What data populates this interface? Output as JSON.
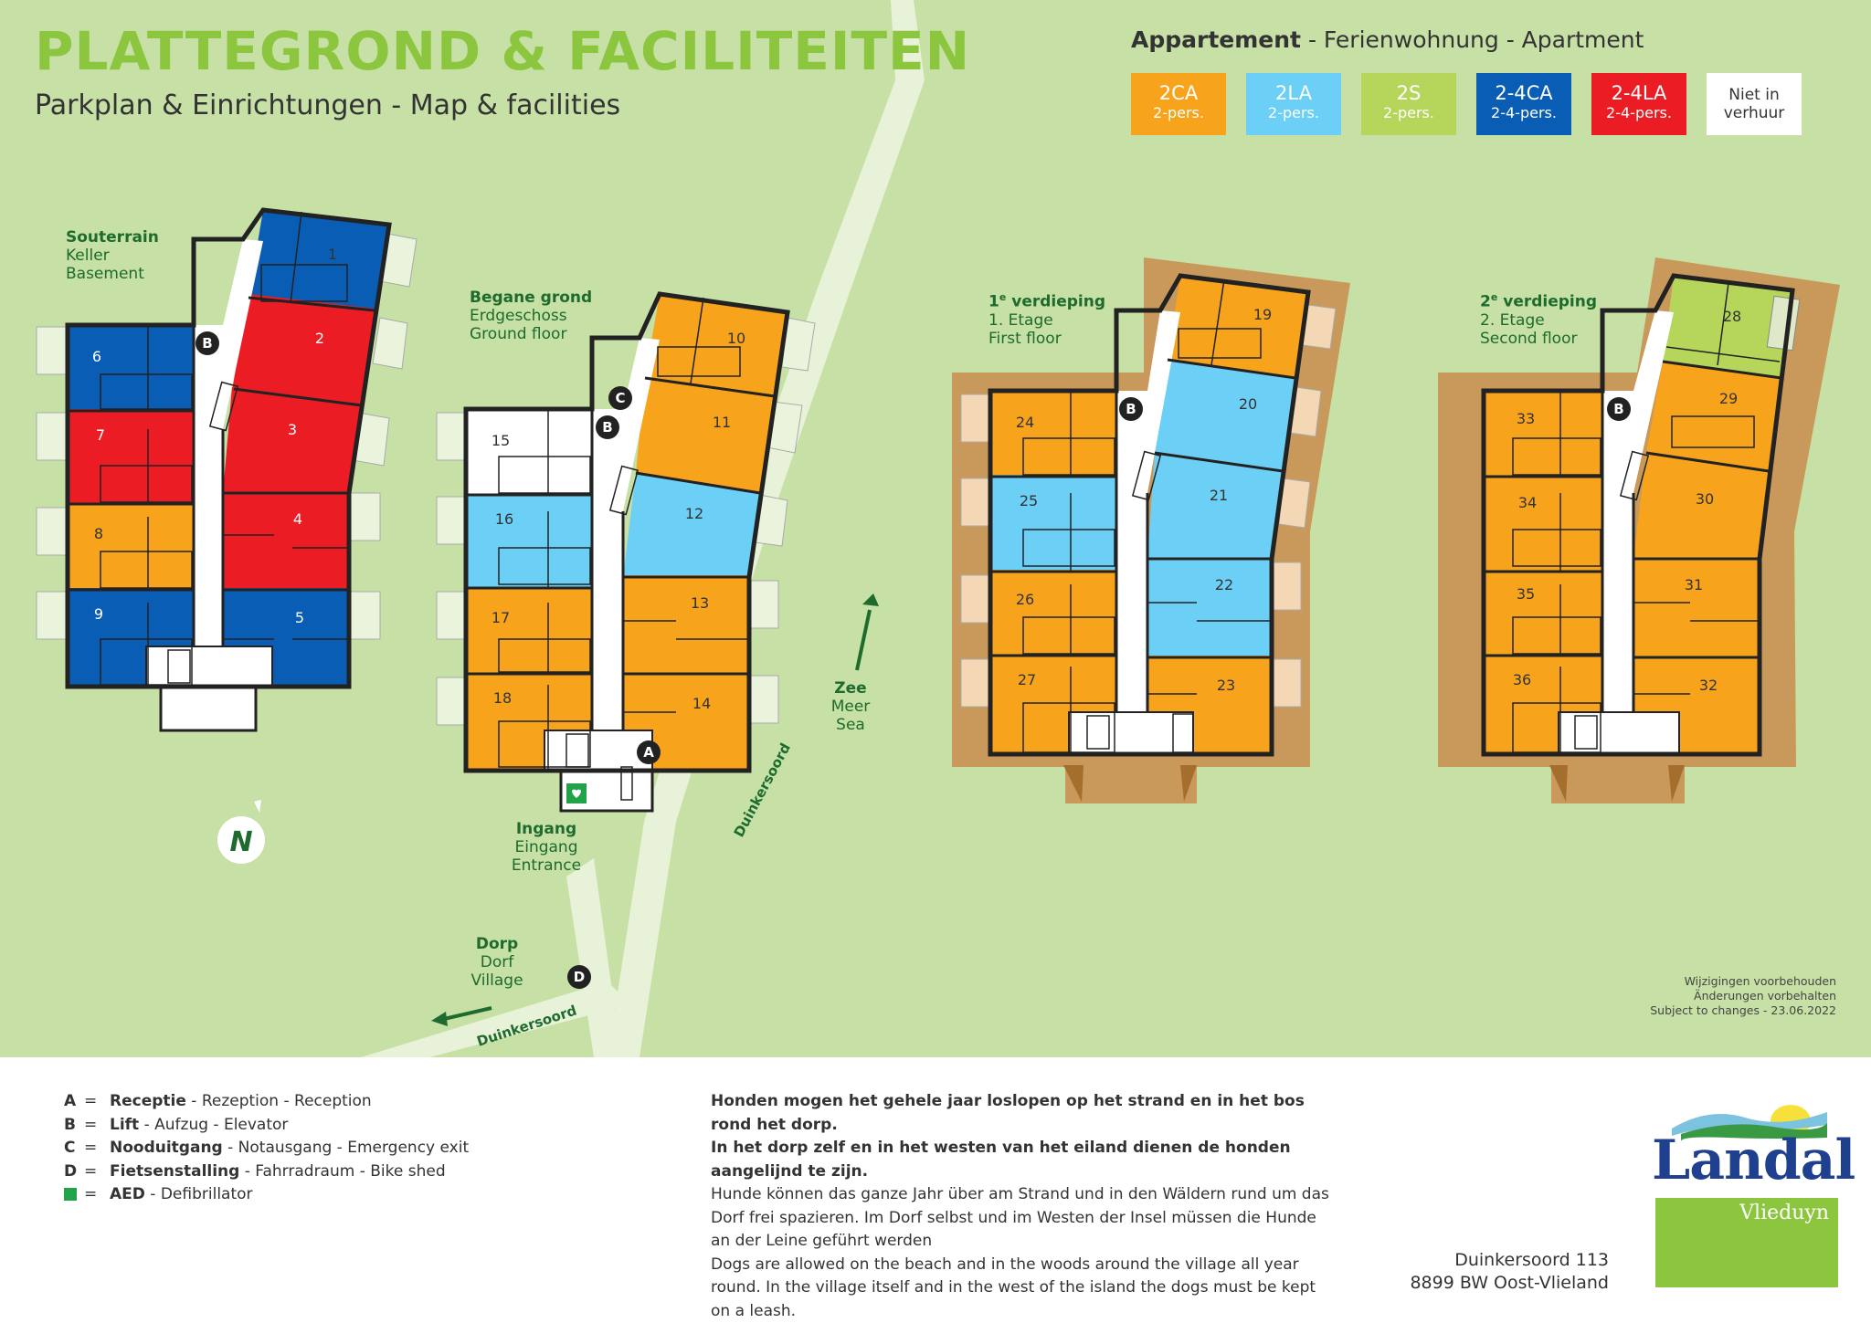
{
  "title": "PLATTEGROND & FACILITEITEN",
  "subtitle": "Parkplan & Einrichtungen - Map & facilities",
  "legend": {
    "heading_bold": "Appartement",
    "heading_rest": " - Ferienwohnung - Apartment",
    "items": [
      {
        "code": "2CA",
        "pers": "2-pers.",
        "color": "#f7a31c",
        "text_color": "#ffffff"
      },
      {
        "code": "2LA",
        "pers": "2-pers.",
        "color": "#6ccff6",
        "text_color": "#ffffff"
      },
      {
        "code": "2S",
        "pers": "2-pers.",
        "color": "#b5d65a",
        "text_color": "#ffffff"
      },
      {
        "code": "2-4CA",
        "pers": "2-4-pers.",
        "color": "#0a5db5",
        "text_color": "#ffffff"
      },
      {
        "code": "2-4LA",
        "pers": "2-4-pers.",
        "color": "#ec1c24",
        "text_color": "#ffffff"
      },
      {
        "code": "Niet in",
        "pers": "verhuur",
        "color": "#ffffff",
        "text_color": "#333333"
      }
    ]
  },
  "floors": {
    "souterrain": {
      "main": "Souterrain",
      "de": "Keller",
      "en": "Basement"
    },
    "ground": {
      "main": "Begane grond",
      "de": "Erdgeschoss",
      "en": "Ground floor"
    },
    "first": {
      "main_num": "1",
      "main_sup": "e",
      "main_rest": " verdieping",
      "de": "1. Etage",
      "en": "First floor"
    },
    "second": {
      "main_num": "2",
      "main_sup": "e",
      "main_rest": " verdieping",
      "de": "2. Etage",
      "en": "Second floor"
    }
  },
  "units": {
    "u1": "1",
    "u2": "2",
    "u3": "3",
    "u4": "4",
    "u5": "5",
    "u6": "6",
    "u7": "7",
    "u8": "8",
    "u9": "9",
    "u10": "10",
    "u11": "11",
    "u12": "12",
    "u13": "13",
    "u14": "14",
    "u15": "15",
    "u16": "16",
    "u17": "17",
    "u18": "18",
    "u19": "19",
    "u20": "20",
    "u21": "21",
    "u22": "22",
    "u23": "23",
    "u24": "24",
    "u25": "25",
    "u26": "26",
    "u27": "27",
    "u28": "28",
    "u29": "29",
    "u30": "30",
    "u31": "31",
    "u32": "32",
    "u33": "33",
    "u34": "34",
    "u35": "35",
    "u36": "36"
  },
  "markers": {
    "a": "A",
    "b": "B",
    "c": "C",
    "d": "D",
    "north": "N"
  },
  "directions": {
    "zee": {
      "main": "Zee",
      "de": "Meer",
      "en": "Sea"
    },
    "ingang": {
      "main": "Ingang",
      "de": "Eingang",
      "en": "Entrance"
    },
    "dorp": {
      "main": "Dorp",
      "de": "Dorf",
      "en": "Village"
    }
  },
  "roads": {
    "road1": "Duinkersoord",
    "road2": "Duinkersoord"
  },
  "notice": [
    "Wijzigingen voorbehouden",
    "Änderungen vorbehalten",
    "Subject to changes - 23.06.2022"
  ],
  "facilities": [
    {
      "key": "A",
      "bold": "Receptie",
      "rest": " - Rezeption - Reception"
    },
    {
      "key": "B",
      "bold": "Lift",
      "rest": " - Aufzug - Elevator"
    },
    {
      "key": "C",
      "bold": "Nooduitgang",
      "rest": " - Notausgang - Emergency exit"
    },
    {
      "key": "D",
      "bold": "Fietsenstalling",
      "rest": " - Fahrradraum - Bike shed"
    },
    {
      "key": "",
      "bold": "AED",
      "rest": " - Defibrillator"
    }
  ],
  "dogs": {
    "nl_1": "Honden mogen het gehele jaar loslopen op het strand en in het bos rond het dorp.",
    "nl_2": "In het dorp zelf en in het westen van het eiland dienen de honden aangelijnd te zijn.",
    "de_1": "Hunde können das ganze Jahr über am Strand und in den Wäldern rund um das",
    "de_2": "Dorf frei spazieren. Im Dorf selbst und im Westen der Insel müssen die Hunde",
    "de_3": "an der Leine geführt werden",
    "en_1": "Dogs are allowed on the beach and in the woods around the village all year",
    "en_2": "round. In the village itself and in the west of the island the dogs must be kept",
    "en_3": "on a leash."
  },
  "address": {
    "line1": "Duinkersoord 113",
    "line2": "8899 BW  Oost-Vlieland"
  },
  "logo": {
    "name": "Landal",
    "sub": "Vlieduyn"
  }
}
